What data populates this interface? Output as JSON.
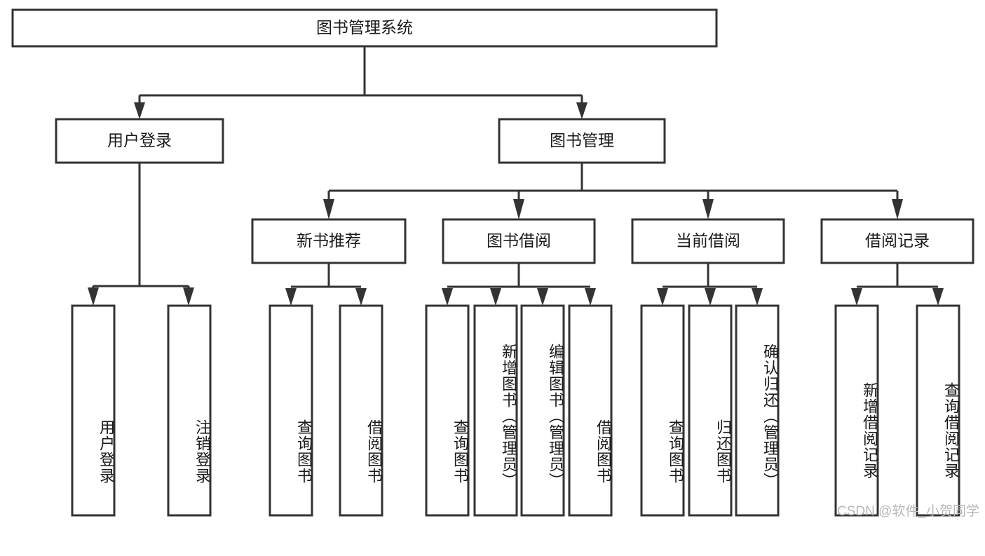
{
  "diagram": {
    "title": "图书管理系统",
    "type": "tree-hierarchy-diagram",
    "colors": {
      "stroke": "#333333",
      "fill": "#ffffff",
      "text": "#1a1a1a",
      "watermark": "#b8b8b8"
    },
    "root": {
      "label": "图书管理系统"
    },
    "level2": [
      {
        "label": "用户登录"
      },
      {
        "label": "图书管理"
      }
    ],
    "level3": [
      {
        "label": "新书推荐"
      },
      {
        "label": "图书借阅"
      },
      {
        "label": "当前借阅"
      },
      {
        "label": "借阅记录"
      }
    ],
    "leaves": {
      "user_login": [
        {
          "label": "用户登录"
        },
        {
          "label": "注销登录"
        }
      ],
      "new_book": [
        {
          "label": "查询图书"
        },
        {
          "label": "借阅图书"
        }
      ],
      "book_borrow": [
        {
          "label": "查询图书"
        },
        {
          "label": "新增图书（管理员）"
        },
        {
          "label": "编辑图书（管理员）"
        },
        {
          "label": "借阅图书"
        }
      ],
      "current_borrow": [
        {
          "label": "查询图书"
        },
        {
          "label": "归还图书"
        },
        {
          "label": "确认归还（管理员）"
        }
      ],
      "borrow_record": [
        {
          "label": "新增借阅记录"
        },
        {
          "label": "查询借阅记录"
        }
      ]
    }
  },
  "watermark": {
    "text": "CSDN @软件_小贺同学"
  }
}
